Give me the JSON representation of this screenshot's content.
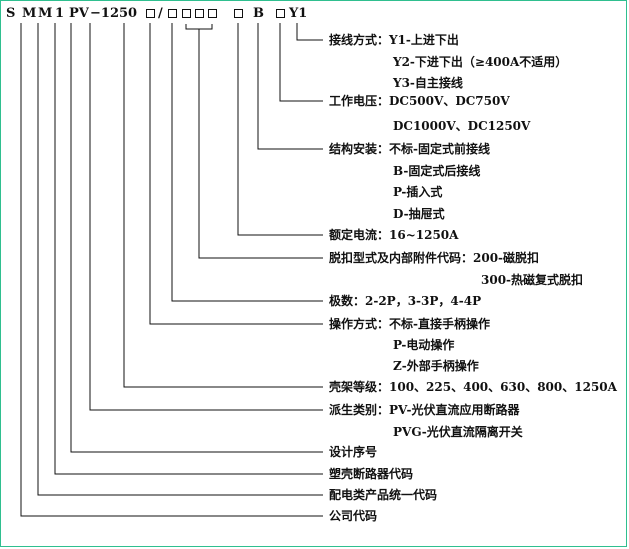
{
  "model_code": {
    "s": "S",
    "m1": "M",
    "m2": "M",
    "one": "1",
    "pv": "PV",
    "dash_frame": "−1250",
    "slash": "/",
    "b": "B",
    "y1": "Y1"
  },
  "descriptions": [
    {
      "key": "wiring_mode",
      "text": "接线方式：Y1-上进下出"
    },
    {
      "key": "wiring_mode_2",
      "text": "Y2-下进下出（≥400A不适用）"
    },
    {
      "key": "wiring_mode_3",
      "text": "Y3-自主接线"
    },
    {
      "key": "voltage",
      "text": "工作电压：DC500V、DC750V"
    },
    {
      "key": "voltage_2",
      "text": "DC1000V、DC1250V"
    },
    {
      "key": "installation",
      "text": "结构安装：不标-固定式前接线"
    },
    {
      "key": "installation_2",
      "text": "B-固定式后接线"
    },
    {
      "key": "installation_3",
      "text": "P-插入式"
    },
    {
      "key": "installation_4",
      "text": "D-抽屉式"
    },
    {
      "key": "rated_current",
      "text": "额定电流：16~1250A"
    },
    {
      "key": "trip_type",
      "text": "脱扣型式及内部附件代码：200-磁脱扣"
    },
    {
      "key": "trip_type_2",
      "text": "300-热磁复式脱扣"
    },
    {
      "key": "poles",
      "text": "极数：2-2P，3-3P，4-4P"
    },
    {
      "key": "operation",
      "text": "操作方式：不标-直接手柄操作"
    },
    {
      "key": "operation_2",
      "text": "P-电动操作"
    },
    {
      "key": "operation_3",
      "text": "Z-外部手柄操作"
    },
    {
      "key": "frame_grade",
      "text": "壳架等级：100、225、400、630、800、1250A"
    },
    {
      "key": "derived",
      "text": "派生类别：PV-光伏直流应用断路器"
    },
    {
      "key": "derived_2",
      "text": "PVG-光伏直流隔离开关"
    },
    {
      "key": "design_no",
      "text": "设计序号"
    },
    {
      "key": "mccb_code",
      "text": "塑壳断路器代码"
    },
    {
      "key": "dist_code",
      "text": "配电类产品统一代码"
    },
    {
      "key": "company_code",
      "text": "公司代码"
    }
  ]
}
